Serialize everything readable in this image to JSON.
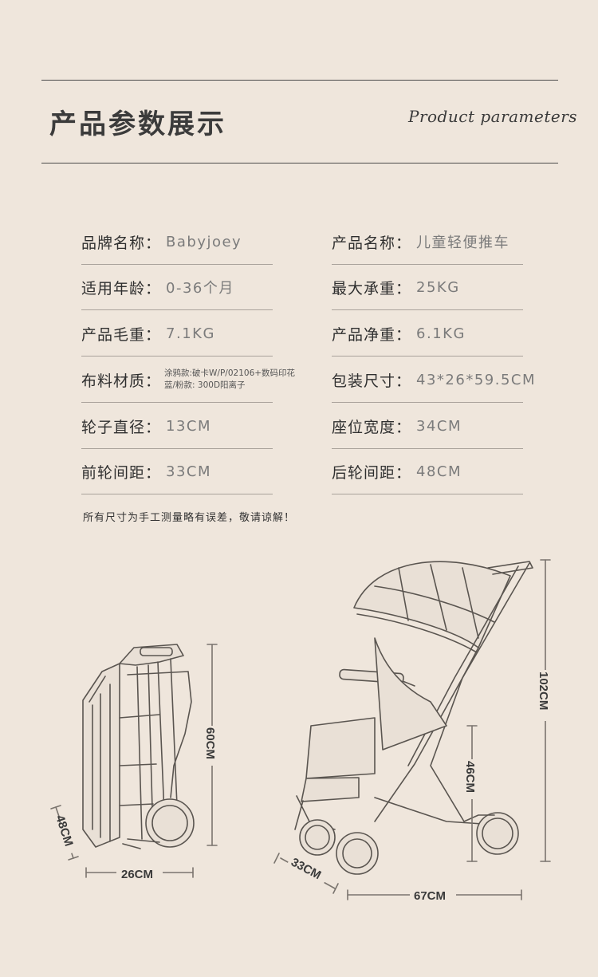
{
  "header": {
    "title": "产品参数展示",
    "subtitle": "Product parameters"
  },
  "params": [
    {
      "label": "品牌名称：",
      "value": "Babyjoey"
    },
    {
      "label": "产品名称：",
      "value": "儿童轻便推车"
    },
    {
      "label": "适用年龄：",
      "value": "0-36个月"
    },
    {
      "label": "最大承重：",
      "value": "25KG"
    },
    {
      "label": "产品毛重：",
      "value": "7.1KG"
    },
    {
      "label": "产品净重：",
      "value": "6.1KG"
    },
    {
      "label": "布料材质：",
      "value_line1": "涂鸦款:破卡W/P/02106+数码印花",
      "value_line2": "蓝/粉款: 300D阳离子"
    },
    {
      "label": "包装尺寸：",
      "value": "43*26*59.5CM"
    },
    {
      "label": "轮子直径：",
      "value": "13CM"
    },
    {
      "label": "座位宽度：",
      "value": "34CM"
    },
    {
      "label": "前轮间距：",
      "value": "33CM"
    },
    {
      "label": "后轮间距：",
      "value": "48CM"
    }
  ],
  "note": "所有尺寸为手工测量略有误差，敬请谅解！",
  "folded": {
    "height": "60CM",
    "depth": "48CM",
    "width": "26CM"
  },
  "unfolded": {
    "height": "102CM",
    "seat_height": "46CM",
    "front_width": "33CM",
    "length": "67CM"
  }
}
